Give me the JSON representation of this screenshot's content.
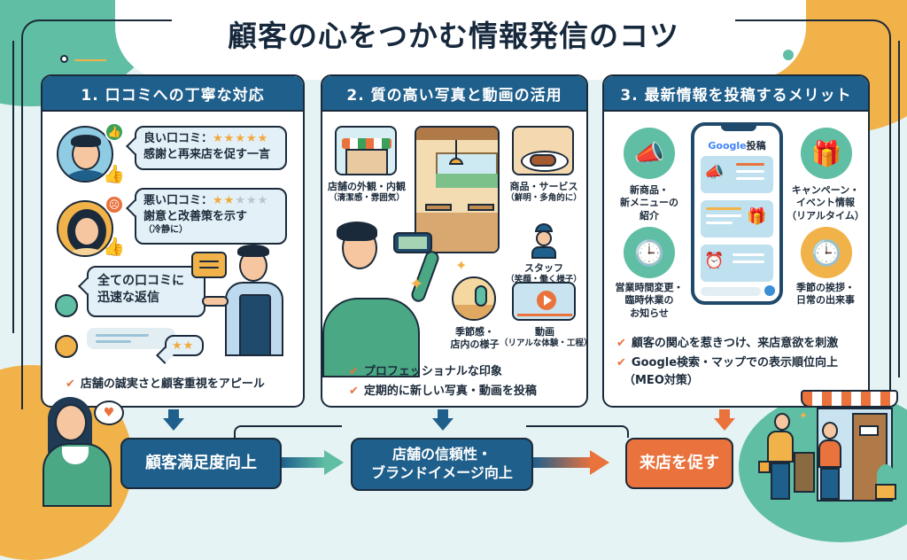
{
  "title": "顧客の心をつかむ情報発信のコツ",
  "colors": {
    "navy": "#1f5f8b",
    "orange": "#e9723d",
    "teal": "#5fbea3",
    "yellow": "#f2b24a",
    "background": "#e6f3f4"
  },
  "panels": [
    {
      "heading": "1. 口コミへの丁寧な対応",
      "good_review": {
        "label": "良い口コミ：",
        "stars": "★★★★★",
        "rating": 5,
        "text": "感謝と再来店を促す一言",
        "icon": "thumbs-up-icon"
      },
      "bad_review": {
        "label": "悪い口コミ：",
        "stars_on": "★★",
        "stars_off": "★★★",
        "rating": 2,
        "text": "謝意と改善策を示す",
        "note": "（冷静に）",
        "icon": "angry-face-icon"
      },
      "reply_bubble": "全ての口コミに迅速な返信",
      "reply_bubble_lines": [
        "全ての口コミに",
        "迅速な返信"
      ],
      "mini_stars": "★★",
      "checks": [
        "店舗の誠実さと顧客重視をアピール"
      ]
    },
    {
      "heading": "2. 質の高い写真と動画の活用",
      "items": [
        {
          "label": "店舗の外観・内観",
          "sub": "（清潔感・雰囲気）",
          "icon": "storefront-icon"
        },
        {
          "label": "商品・サービス",
          "sub": "（鮮明・多角的に）",
          "icon": "food-plate-icon"
        },
        {
          "label": "スタッフ",
          "sub": "（笑顔・働く様子）",
          "icon": "staff-icon"
        },
        {
          "label": "季節感・",
          "sub": "店内の様子",
          "icon": "season-icon"
        },
        {
          "label": "動画",
          "sub": "（リアルな体験・工程）",
          "icon": "video-play-icon"
        }
      ],
      "checks": [
        "プロフェッショナルな印象",
        "定期的に新しい写真・動画を投稿"
      ]
    },
    {
      "heading": "3. 最新情報を投稿するメリット",
      "phone_title_brand": "Google",
      "phone_title_suffix": "投稿",
      "items": [
        {
          "lines": [
            "新商品・",
            "新メニューの",
            "紹介"
          ],
          "icon": "megaphone-icon"
        },
        {
          "lines": [
            "キャンペーン・",
            "イベント情報",
            "（リアルタイム）"
          ],
          "icon": "gift-icon"
        },
        {
          "lines": [
            "営業時間変更・",
            "臨時休業の",
            "お知らせ"
          ],
          "icon": "clock-icon"
        },
        {
          "lines": [
            "季節の挨拶・",
            "日常の出来事"
          ],
          "icon": "clock-icon"
        }
      ],
      "checks": [
        "顧客の関心を惹きつけ、来店意欲を刺激",
        "Google検索・マップでの表示順位向上",
        "（MEO対策）"
      ]
    }
  ],
  "flow": [
    {
      "label_lines": [
        "顧客満足度向上"
      ]
    },
    {
      "label_lines": [
        "店舗の信頼性・",
        "ブランドイメージ向上"
      ]
    },
    {
      "label_lines": [
        "来店を促す"
      ]
    }
  ]
}
